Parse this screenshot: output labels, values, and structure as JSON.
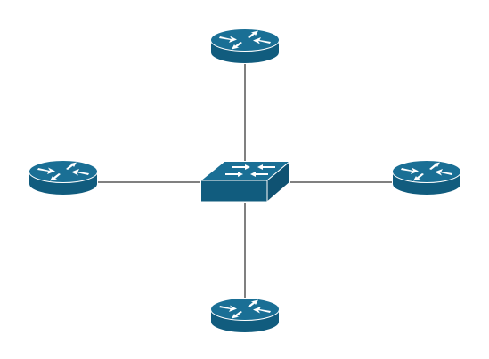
{
  "diagram": {
    "type": "star-network",
    "colors": {
      "device_fill": "#115C7E",
      "device_top": "#1A6F95",
      "device_edge": "#FFFFFF",
      "arrow": "#FFFFFF",
      "link": "#000000",
      "background": "#FFFFFF"
    },
    "nodes": [
      {
        "id": "router-top",
        "kind": "router",
        "icon": "router-icon"
      },
      {
        "id": "router-left",
        "kind": "router",
        "icon": "router-icon"
      },
      {
        "id": "switch-center",
        "kind": "switch",
        "icon": "switch-icon"
      },
      {
        "id": "router-right",
        "kind": "router",
        "icon": "router-icon"
      },
      {
        "id": "router-bottom",
        "kind": "router",
        "icon": "router-icon"
      }
    ],
    "links": [
      {
        "from": "switch-center",
        "to": "router-top"
      },
      {
        "from": "switch-center",
        "to": "router-left"
      },
      {
        "from": "switch-center",
        "to": "router-right"
      },
      {
        "from": "switch-center",
        "to": "router-bottom"
      }
    ]
  }
}
